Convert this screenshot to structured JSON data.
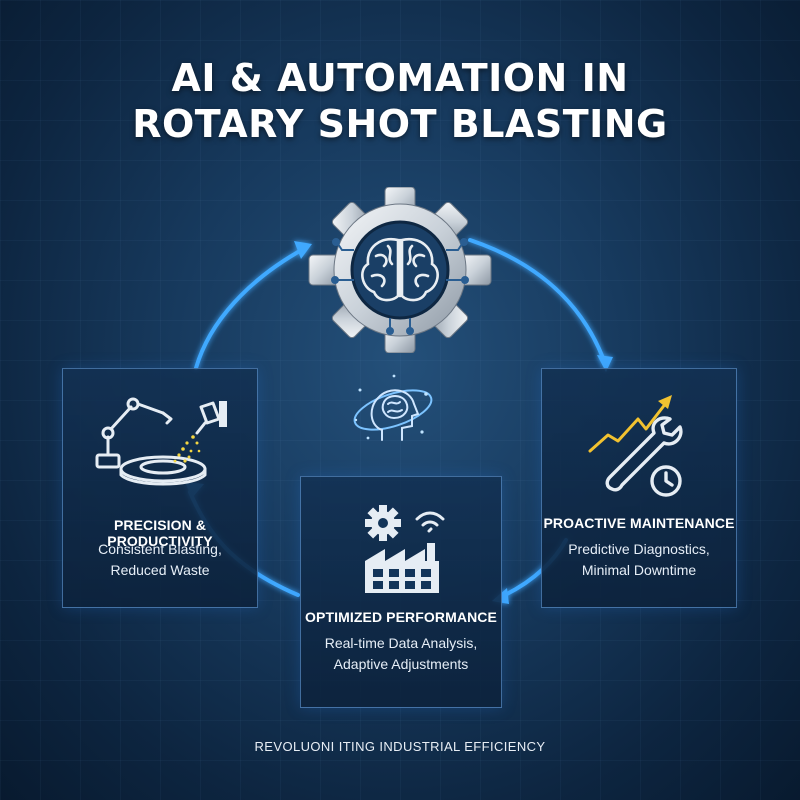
{
  "title": {
    "line1": "AI & AUTOMATION IN",
    "line2": "ROTARY SHOT BLASTING"
  },
  "center": {
    "gear_icon": "gear-brain-circuit-icon",
    "mind_icon": "head-brain-orbit-icon"
  },
  "cards": {
    "left": {
      "icon": "robotic-arm-blasting-icon",
      "title": "PRECISION & PRODUCTIVITY",
      "desc_line1": "Consistent Blasting,",
      "desc_line2": "Reduced Waste"
    },
    "middle": {
      "icon": "smart-factory-gear-icon",
      "title": "OPTIMIZED PERFORMANCE",
      "desc_line1": "Real-time Data Analysis,",
      "desc_line2": "Adaptive Adjustments"
    },
    "right": {
      "icon": "wrench-clock-trend-icon",
      "title": "PROACTIVE MAINTENANCE",
      "desc_line1": "Predictive Diagnostics,",
      "desc_line2": "Minimal Downtime"
    }
  },
  "footer": "REVOLUONI ITING INDUSTRIAL EFFICIENCY",
  "colors": {
    "accent_blue": "#3fa9ff",
    "spark_yellow": "#f5d742",
    "trend_yellow": "#f2c230",
    "background": "#173a5e"
  }
}
